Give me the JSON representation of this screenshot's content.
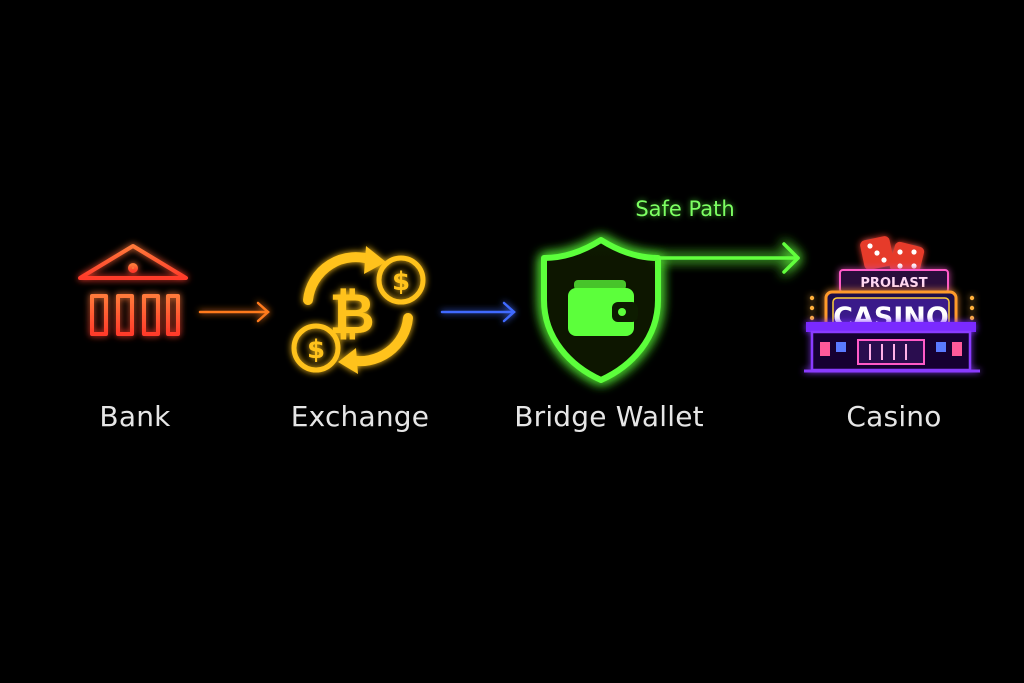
{
  "nodes": [
    {
      "id": "bank",
      "label": "Bank",
      "icon": "bank-icon",
      "color": "#ff5a36"
    },
    {
      "id": "exchange",
      "label": "Exchange",
      "icon": "crypto-exchange-icon",
      "color": "#ffc21a"
    },
    {
      "id": "bridge",
      "label": "Bridge Wallet",
      "icon": "shield-wallet-icon",
      "color": "#5cff3a"
    },
    {
      "id": "casino",
      "label": "Casino",
      "icon": "casino-icon",
      "color": "#b04dff"
    }
  ],
  "edges": [
    {
      "from": "bank",
      "to": "exchange",
      "color": "#ff7a1e"
    },
    {
      "from": "exchange",
      "to": "bridge",
      "color": "#3f6bff"
    },
    {
      "from": "bridge",
      "to": "casino",
      "color": "#62ff3e",
      "label": "Safe Path"
    }
  ],
  "casino_sign": {
    "top_text": "PROLAST",
    "main_text": "CASINO"
  }
}
